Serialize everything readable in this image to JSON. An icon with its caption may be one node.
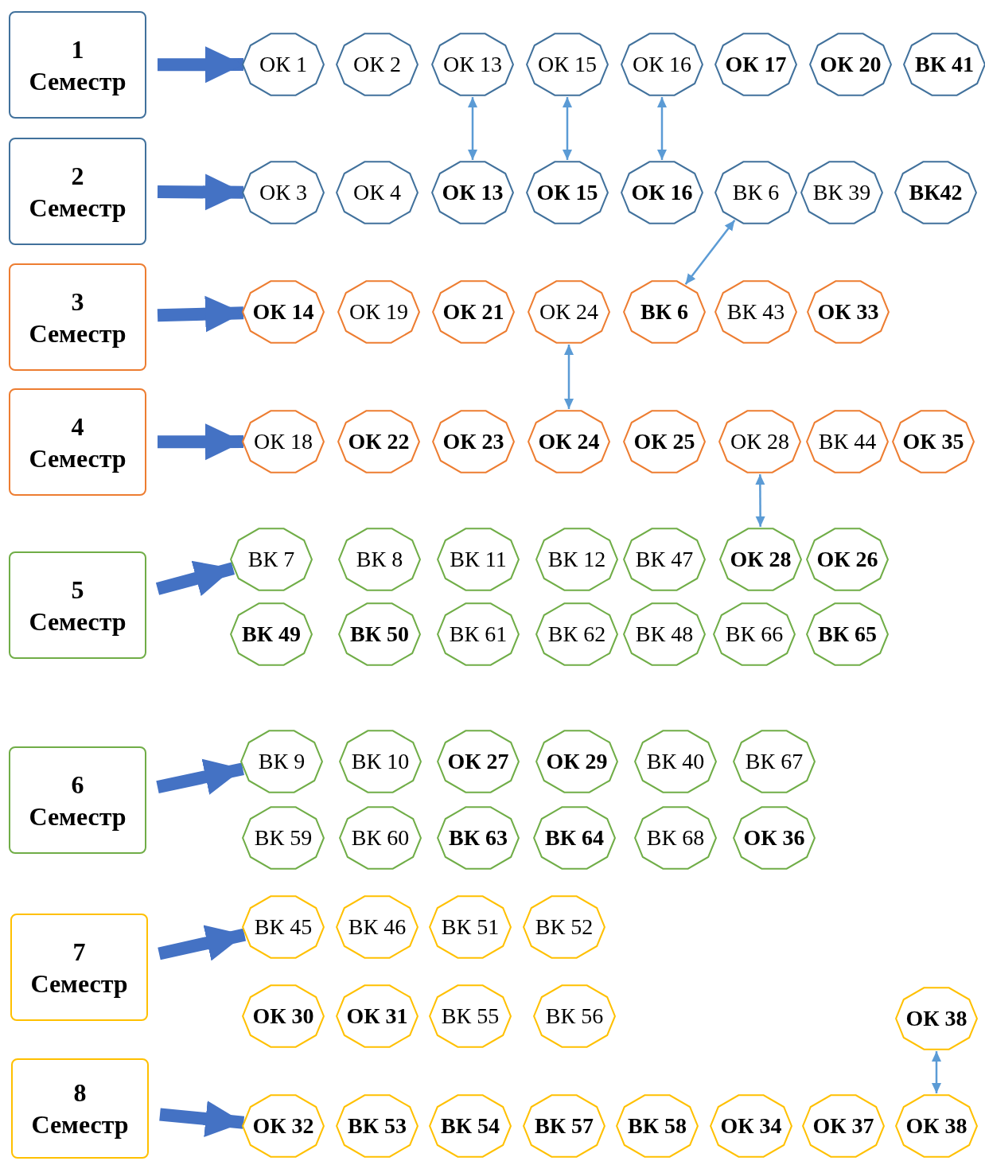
{
  "diagram": {
    "nodes": [
      {
        "text": [
          "1",
          "Семестр"
        ]
      },
      {
        "text": [
          "ОК 1"
        ]
      },
      {
        "text": [
          "ОК 2"
        ]
      },
      {
        "text": [
          "ОК 13"
        ]
      },
      {
        "text": [
          "ОК 15"
        ]
      },
      {
        "text": [
          "ОК 16"
        ]
      },
      {
        "text": [
          "ОК 17"
        ]
      },
      {
        "text": [
          "ОК 20"
        ]
      },
      {
        "text": [
          "ВК 41"
        ]
      },
      {
        "text": [
          "2",
          "Семестр"
        ]
      },
      {
        "text": [
          "ОК 3"
        ]
      },
      {
        "text": [
          "ОК 4"
        ]
      },
      {
        "text": [
          "ОК 13"
        ]
      },
      {
        "text": [
          "ОК 15"
        ]
      },
      {
        "text": [
          "ОК 16"
        ]
      },
      {
        "text": [
          "ВК 6"
        ]
      },
      {
        "text": [
          "ВК 39"
        ]
      },
      {
        "text": [
          "ВК42"
        ]
      },
      {
        "text": [
          "3",
          "Семестр"
        ]
      },
      {
        "text": [
          "ОК 14"
        ]
      },
      {
        "text": [
          "ОК 19"
        ]
      },
      {
        "text": [
          "ОК 21"
        ]
      },
      {
        "text": [
          "ОК 24"
        ]
      },
      {
        "text": [
          "ВК 6"
        ]
      },
      {
        "text": [
          "ВК 43"
        ]
      },
      {
        "text": [
          "ОК 33"
        ]
      },
      {
        "text": [
          "4",
          "Семестр"
        ]
      },
      {
        "text": [
          "ОК 18"
        ]
      },
      {
        "text": [
          "ОК 22"
        ]
      },
      {
        "text": [
          "ОК 23"
        ]
      },
      {
        "text": [
          "ОК 24"
        ]
      },
      {
        "text": [
          "ОК 25"
        ]
      },
      {
        "text": [
          "ОК 28"
        ]
      },
      {
        "text": [
          "ВК 44"
        ]
      },
      {
        "text": [
          "ОК 35"
        ]
      },
      {
        "text": [
          "5",
          "Семестр"
        ]
      },
      {
        "text": [
          "ВК 7"
        ]
      },
      {
        "text": [
          "ВК 8"
        ]
      },
      {
        "text": [
          "ВК 11"
        ]
      },
      {
        "text": [
          "ВК 12"
        ]
      },
      {
        "text": [
          "ВК 47"
        ]
      },
      {
        "text": [
          "ОК 28"
        ]
      },
      {
        "text": [
          "ОК 26"
        ]
      },
      {
        "text": [
          "ВК 49"
        ]
      },
      {
        "text": [
          "ВК 50"
        ]
      },
      {
        "text": [
          "ВК 61"
        ]
      },
      {
        "text": [
          "ВК 62"
        ]
      },
      {
        "text": [
          "ВК 48"
        ]
      },
      {
        "text": [
          "ВК 66"
        ]
      },
      {
        "text": [
          "ВК 65"
        ]
      },
      {
        "text": [
          "6",
          "Семестр"
        ]
      },
      {
        "text": [
          "ВК 9"
        ]
      },
      {
        "text": [
          "ВК 10"
        ]
      },
      {
        "text": [
          "ОК 27"
        ]
      },
      {
        "text": [
          "ОК 29"
        ]
      },
      {
        "text": [
          "ВК 40"
        ]
      },
      {
        "text": [
          "ВК 67"
        ]
      },
      {
        "text": [
          "ВК 59"
        ]
      },
      {
        "text": [
          "ВК 60"
        ]
      },
      {
        "text": [
          "ВК 63"
        ]
      },
      {
        "text": [
          "ВК 64"
        ]
      },
      {
        "text": [
          "ВК 68"
        ]
      },
      {
        "text": [
          "ОК 36"
        ]
      },
      {
        "text": [
          "7",
          "Семестр"
        ]
      },
      {
        "text": [
          "ВК 45"
        ]
      },
      {
        "text": [
          "ВК 46"
        ]
      },
      {
        "text": [
          "ВК 51"
        ]
      },
      {
        "text": [
          "ВК 52"
        ]
      },
      {
        "text": [
          "ОК 30"
        ]
      },
      {
        "text": [
          "ОК 31"
        ]
      },
      {
        "text": [
          "ВК 55"
        ]
      },
      {
        "text": [
          "ВК 56"
        ]
      },
      {
        "text": [
          "ОК 38"
        ]
      },
      {
        "text": [
          "8",
          "Семестр"
        ]
      },
      {
        "text": [
          "ОК 32"
        ]
      },
      {
        "text": [
          "ВК 53"
        ]
      },
      {
        "text": [
          "ВК 54"
        ]
      },
      {
        "text": [
          "ВК 57"
        ]
      },
      {
        "text": [
          "ВК 58"
        ]
      },
      {
        "text": [
          "ОК 34"
        ]
      },
      {
        "text": [
          "ОК 37"
        ]
      },
      {
        "text": [
          "ОК 38"
        ]
      }
    ],
    "edges": [
      {
        "from": 0,
        "to": 1,
        "arrow": "to"
      },
      {
        "from": 9,
        "to": 10,
        "arrow": "to"
      },
      {
        "from": 18,
        "to": 19,
        "arrow": "to"
      },
      {
        "from": 26,
        "to": 27,
        "arrow": "to"
      },
      {
        "from": 35,
        "to": 36,
        "arrow": "to"
      },
      {
        "from": 50,
        "to": 51,
        "arrow": "to"
      },
      {
        "from": 63,
        "to": 64,
        "arrow": "to"
      },
      {
        "from": 73,
        "to": 74,
        "arrow": "to"
      },
      {
        "from": 3,
        "to": 12,
        "arrow": "both",
        "color": "#5b9bd5"
      },
      {
        "from": 4,
        "to": 13,
        "arrow": "both",
        "color": "#5b9bd5"
      },
      {
        "from": 5,
        "to": 14,
        "arrow": "both",
        "color": "#5b9bd5"
      },
      {
        "from": 15,
        "to": 23,
        "arrow": "both",
        "color": "#5b9bd5"
      },
      {
        "from": 22,
        "to": 30,
        "arrow": "both",
        "color": "#5b9bd5"
      },
      {
        "from": 32,
        "to": 41,
        "arrow": "both",
        "color": "#5b9bd5"
      },
      {
        "from": 72,
        "to": 81,
        "arrow": "both",
        "color": "#5b9bd5"
      }
    ]
  }
}
